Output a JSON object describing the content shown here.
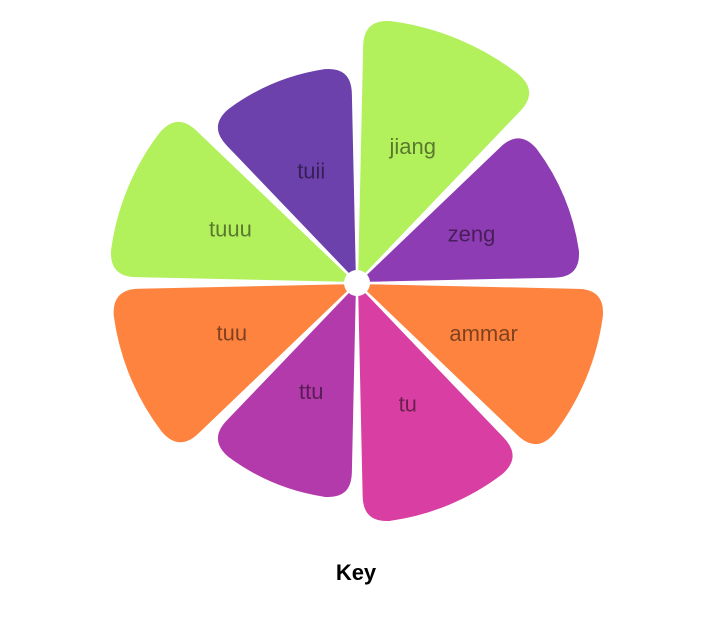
{
  "chart_data": {
    "type": "pie",
    "variant": "rose",
    "slices": [
      {
        "label": "jiang",
        "relative_radius": 1.0,
        "color": "#b2f05c"
      },
      {
        "label": "zeng",
        "relative_radius": 0.85,
        "color": "#8e3cb4"
      },
      {
        "label": "ammar",
        "relative_radius": 0.94,
        "color": "#fe833e"
      },
      {
        "label": "tu",
        "relative_radius": 0.91,
        "color": "#d93fa3"
      },
      {
        "label": "ttu",
        "relative_radius": 0.82,
        "color": "#b33aab"
      },
      {
        "label": "tuu",
        "relative_radius": 0.93,
        "color": "#fe833e"
      },
      {
        "label": "tuuu",
        "relative_radius": 0.94,
        "color": "#b2f05c"
      },
      {
        "label": "tuii",
        "relative_radius": 0.82,
        "color": "#6c41ab"
      }
    ],
    "label_color": "rgba(0,0,0,0.5)"
  },
  "legend": {
    "title": "Key"
  }
}
